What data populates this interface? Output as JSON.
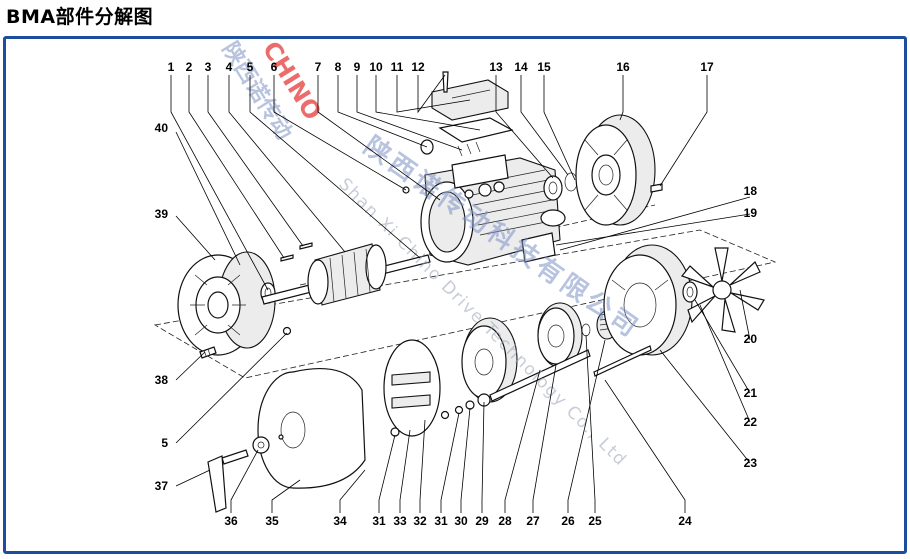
{
  "title": "BMA部件分解图",
  "callouts": [
    "1",
    "2",
    "3",
    "4",
    "5",
    "6",
    "7",
    "8",
    "9",
    "10",
    "11",
    "12",
    "13",
    "14",
    "15",
    "16",
    "17",
    "18",
    "19",
    "20",
    "21",
    "22",
    "23",
    "24",
    "25",
    "26",
    "27",
    "28",
    "29",
    "30",
    "31",
    "32",
    "33",
    "31",
    "34",
    "35",
    "36",
    "37",
    "38",
    "5",
    "39",
    "40"
  ],
  "watermark": {
    "brand": "CHINO",
    "cn_name_1": "陕西诺传动",
    "cn_name_2": "陕西诺传动科技有限公司",
    "en_name": "Shan Xi Chino Drive Technology Co., Ltd",
    "brand_color": "#e63a3a",
    "accent_color": "#1d4e9e"
  }
}
